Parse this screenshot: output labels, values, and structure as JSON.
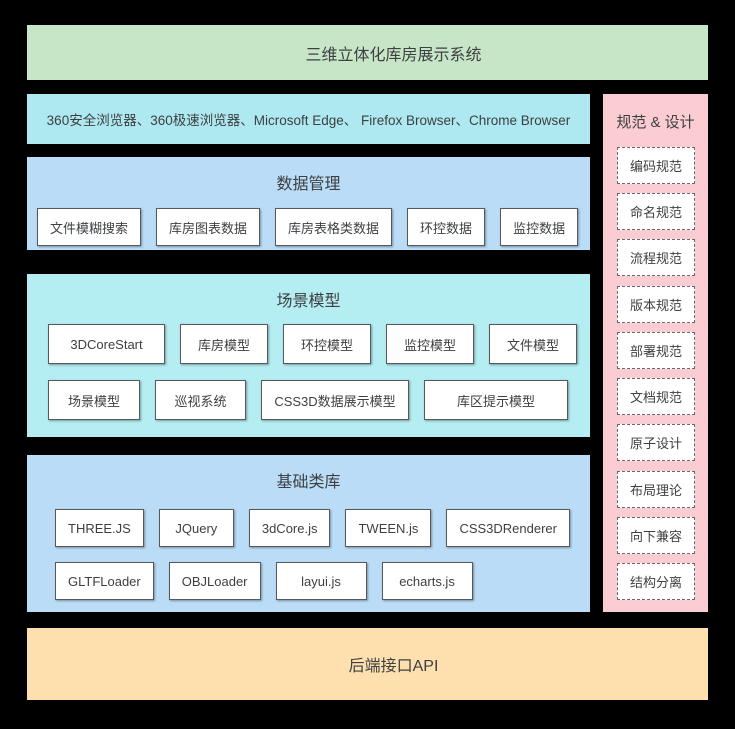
{
  "header": {
    "title": "三维立体化库房展示系统"
  },
  "browser_bar": {
    "label": "360安全浏览器、360极速浏览器、Microsoft Edge、 Firefox Browser、Chrome Browser"
  },
  "sections": {
    "data": {
      "title": "数据管理",
      "items": [
        "文件模糊搜索",
        "库房图表数据",
        "库房表格类数据",
        "环控数据",
        "监控数据"
      ]
    },
    "scene": {
      "title": "场景模型",
      "rows": [
        [
          "3DCoreStart",
          "库房模型",
          "环控模型",
          "监控模型",
          "文件模型"
        ],
        [
          "场景模型",
          "巡视系统",
          "CSS3D数据展示模型",
          "库区提示模型"
        ]
      ]
    },
    "base": {
      "title": "基础类库",
      "rows": [
        [
          "THREE.JS",
          "JQuery",
          "3dCore.js",
          "TWEEN.js",
          "CSS3DRenderer"
        ],
        [
          "GLTFLoader",
          "OBJLoader",
          "layui.js",
          "echarts.js"
        ]
      ]
    }
  },
  "specs_panel": {
    "title": "规范 & 设计",
    "items": [
      "编码规范",
      "命名规范",
      "流程规范",
      "版本规范",
      "部署规范",
      "文档规范",
      "原子设计",
      "布局理论",
      "向下兼容",
      "结构分离"
    ]
  },
  "api_bar": {
    "label": "后端接口API"
  },
  "palette": {
    "background": "#000000",
    "title_bar_green": "#c7e6c8",
    "browser_bar_cyan": "#aee8f0",
    "scene_section_cyan": "#b4edf2",
    "data_base_section_blue": "#badcf6",
    "specs_panel_pink": "#fbccd1",
    "api_bar_orange": "#fee0ae",
    "box_background": "#ffffff",
    "text": "#3d3f41"
  }
}
